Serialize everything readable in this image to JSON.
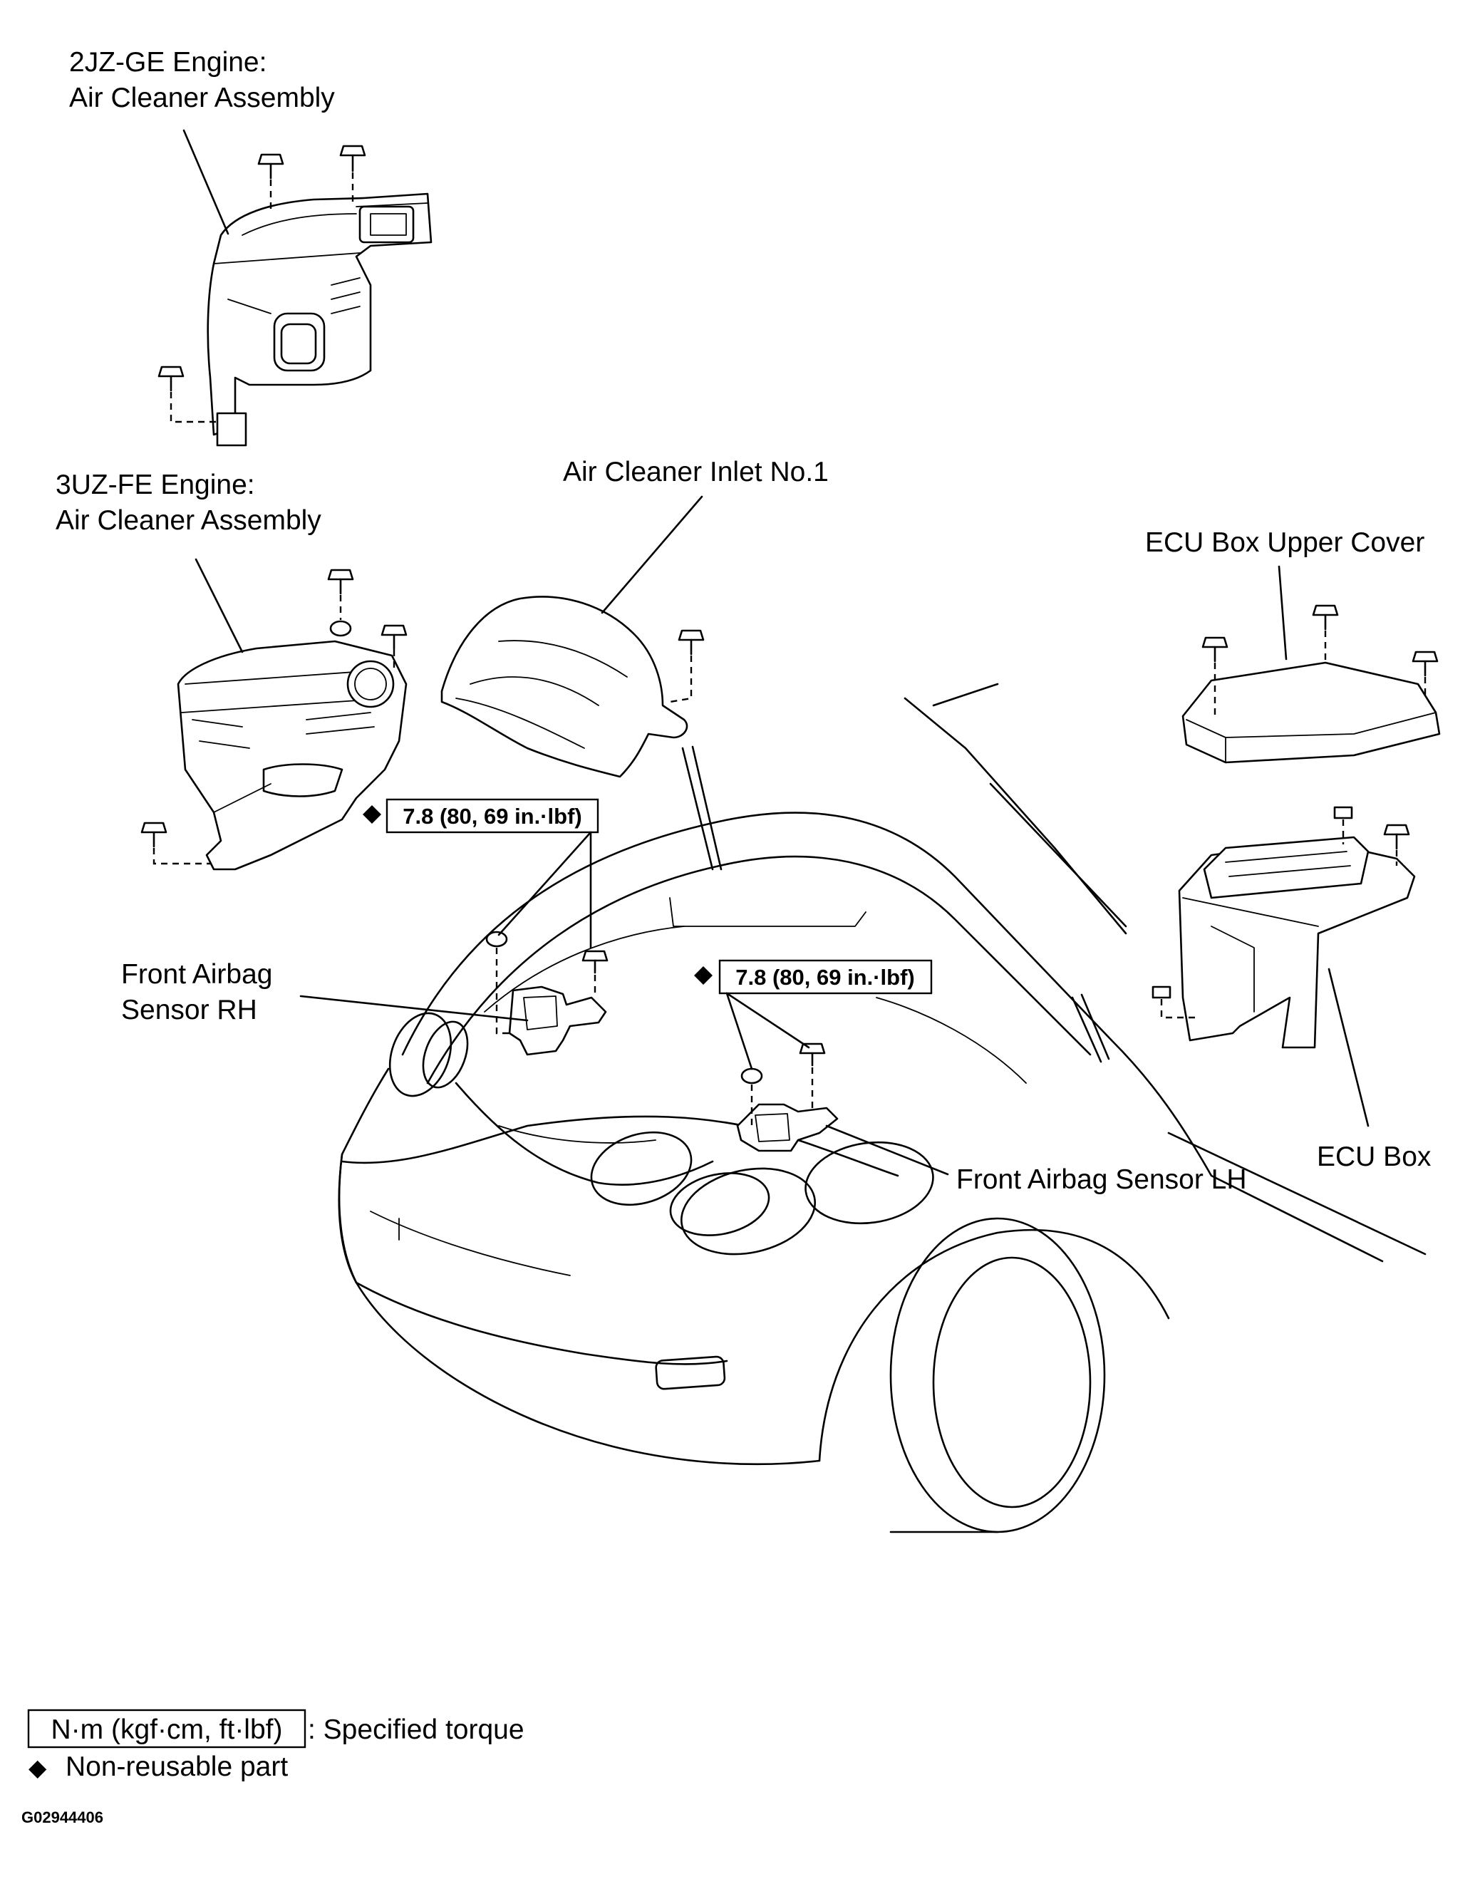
{
  "labels": {
    "air_cleaner_2jz_line1": "2JZ-GE  Engine:",
    "air_cleaner_2jz_line2": "Air Cleaner Assembly",
    "air_cleaner_3uz_line1": "3UZ-FE  Engine:",
    "air_cleaner_3uz_line2": "Air Cleaner Assembly",
    "air_cleaner_inlet": "Air Cleaner Inlet No.1",
    "ecu_box_upper_cover": "ECU Box Upper Cover",
    "ecu_box": "ECU Box",
    "front_airbag_sensor_rh_line1": "Front Airbag",
    "front_airbag_sensor_rh_line2": "Sensor RH",
    "front_airbag_sensor_lh": "Front Airbag Sensor LH"
  },
  "torque_specs": [
    {
      "value": "7.8 (80, 69 in.·lbf)",
      "non_reusable": true
    },
    {
      "value": "7.8 (80, 69 in.·lbf)",
      "non_reusable": true
    }
  ],
  "legend": {
    "torque_box": "N·m (kgf·cm, ft·lbf)",
    "torque_text": ": Specified torque",
    "nonreusable_symbol": "◆",
    "nonreusable_text": "Non-reusable part"
  },
  "figure_code": "G02944406"
}
